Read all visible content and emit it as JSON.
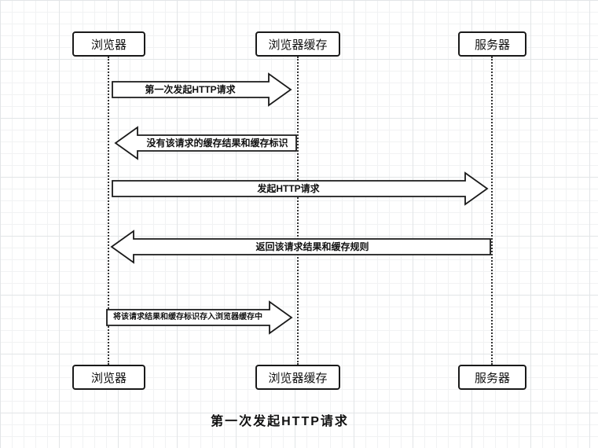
{
  "diagram": {
    "caption": "第一次发起HTTP请求",
    "actors": [
      {
        "label": "浏览器"
      },
      {
        "label": "浏览器缓存"
      },
      {
        "label": "服务器"
      }
    ],
    "messages": [
      {
        "label": "第一次发起HTTP请求",
        "from": "浏览器",
        "to": "浏览器缓存",
        "direction": "right"
      },
      {
        "label": "没有该请求的缓存结果和缓存标识",
        "from": "浏览器缓存",
        "to": "浏览器",
        "direction": "left"
      },
      {
        "label": "发起HTTP请求",
        "from": "浏览器",
        "to": "服务器",
        "direction": "right"
      },
      {
        "label": "返回该请求结果和缓存规则",
        "from": "服务器",
        "to": "浏览器",
        "direction": "left"
      },
      {
        "label": "将该请求结果和缓存标识存入浏览器缓存中",
        "from": "浏览器",
        "to": "浏览器缓存",
        "direction": "right"
      }
    ],
    "colors": {
      "shape_stroke": "#1a1a1a",
      "shape_fill": "#ffffff",
      "grid_minor": "#f1f2f3",
      "grid_major": "#e2e5e7"
    }
  }
}
